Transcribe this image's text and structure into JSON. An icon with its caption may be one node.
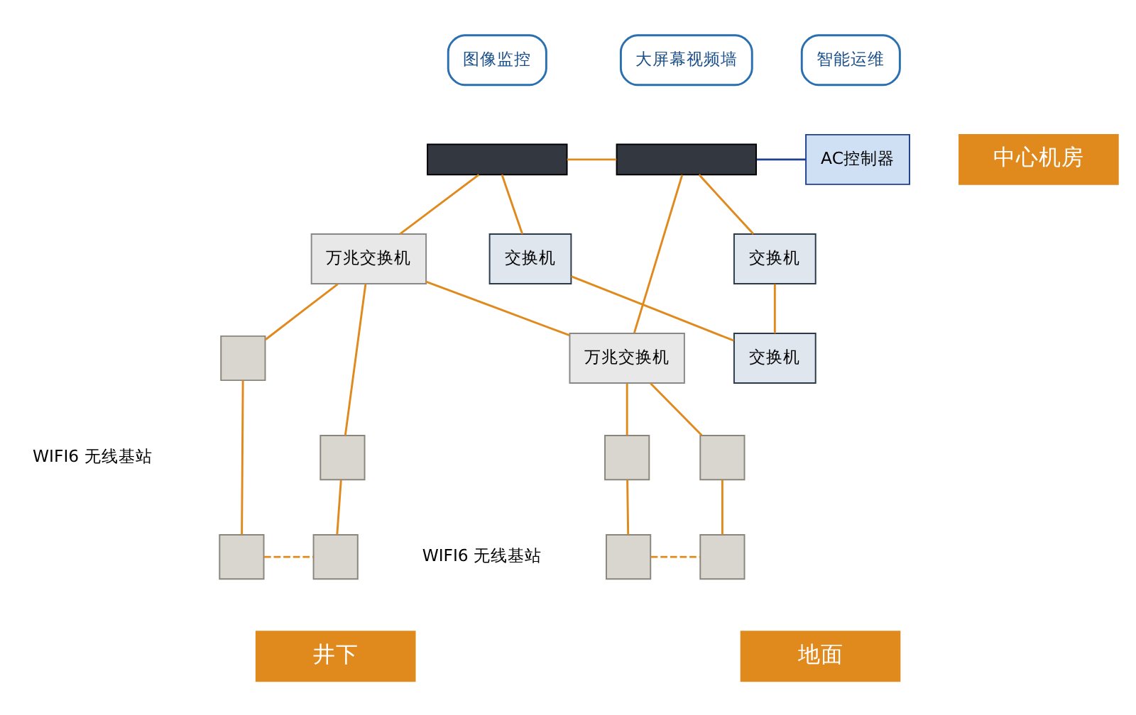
{
  "diagram": {
    "nodes": [
      {
        "text": [
          "图像监控"
        ]
      },
      {
        "text": [
          "大屏幕视频墙"
        ]
      },
      {
        "text": [
          "智能运维"
        ]
      },
      {
        "text": [],
        "shape": "box"
      },
      {
        "text": [],
        "shape": "box"
      },
      {
        "text": [
          "AC控制器"
        ]
      },
      {
        "text": [
          "万兆交换机"
        ]
      },
      {
        "text": [
          "万兆交换机"
        ]
      },
      {
        "text": [
          "交换机"
        ]
      },
      {
        "text": [
          "交换机"
        ]
      },
      {
        "text": [
          "交换机"
        ]
      },
      {
        "text": [],
        "shape": "box"
      },
      {
        "text": [],
        "shape": "box"
      },
      {
        "text": [],
        "shape": "box"
      },
      {
        "text": [],
        "shape": "box"
      },
      {
        "text": [],
        "shape": "box"
      },
      {
        "text": [],
        "shape": "box"
      },
      {
        "text": [],
        "shape": "box"
      },
      {
        "text": [],
        "shape": "box"
      },
      {
        "text": [
          "中心机房"
        ]
      },
      {
        "text": [
          "地面"
        ]
      },
      {
        "text": [
          "井下"
        ]
      }
    ],
    "edges": [
      {
        "from": 3,
        "to": 4,
        "arrow": "none"
      },
      {
        "from": 4,
        "to": 5,
        "arrow": "none",
        "color": "#1f3f8f"
      },
      {
        "from": 3,
        "to": 8,
        "arrow": "none"
      },
      {
        "from": 3,
        "to": 6,
        "arrow": "none"
      },
      {
        "from": 4,
        "to": 9,
        "arrow": "none"
      },
      {
        "from": 4,
        "to": 7,
        "arrow": "none"
      },
      {
        "from": 6,
        "to": 7,
        "arrow": "none"
      },
      {
        "from": 8,
        "to": 10,
        "arrow": "none"
      },
      {
        "from": 9,
        "to": 10,
        "arrow": "none"
      },
      {
        "from": 6,
        "to": 11,
        "arrow": "none"
      },
      {
        "from": 6,
        "to": 12,
        "arrow": "none"
      },
      {
        "from": 7,
        "to": 15,
        "arrow": "none"
      },
      {
        "from": 7,
        "to": 16,
        "arrow": "none"
      },
      {
        "from": 11,
        "to": 13,
        "arrow": "none"
      },
      {
        "from": 12,
        "to": 14,
        "arrow": "none"
      },
      {
        "from": 13,
        "to": 14,
        "arrow": "none",
        "style": "dashed"
      },
      {
        "from": 15,
        "to": 17,
        "arrow": "none"
      },
      {
        "from": 16,
        "to": 18,
        "arrow": "none"
      },
      {
        "from": 17,
        "to": 18,
        "arrow": "none",
        "style": "dashed"
      }
    ],
    "labels": [
      "WIFI6 无线基站",
      "WIFI6 无线基站"
    ]
  }
}
